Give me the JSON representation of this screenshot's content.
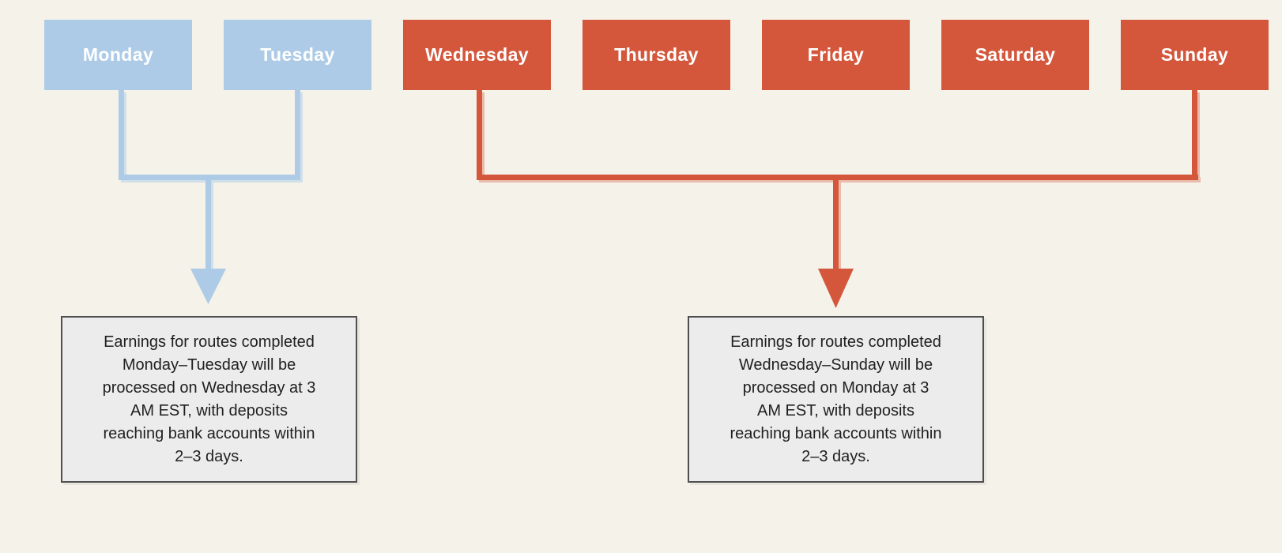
{
  "palette": {
    "background": "#f4f2e9",
    "blue_group": "#adcbe7",
    "red_group": "#d4573c",
    "day_label_text": "#ffffff",
    "note_background": "#ececec",
    "note_border": "#4f4f4f",
    "note_text": "#1f1f1f"
  },
  "days": [
    {
      "label": "Monday",
      "group": "blue"
    },
    {
      "label": "Tuesday",
      "group": "blue"
    },
    {
      "label": "Wednesday",
      "group": "red"
    },
    {
      "label": "Thursday",
      "group": "red"
    },
    {
      "label": "Friday",
      "group": "red"
    },
    {
      "label": "Saturday",
      "group": "red"
    },
    {
      "label": "Sunday",
      "group": "red"
    }
  ],
  "connectors": [
    {
      "id": "mon-tue-bracket",
      "color": "blue",
      "from_days": [
        "Monday",
        "Tuesday"
      ],
      "points_to": "blue-note"
    },
    {
      "id": "wed-sun-bracket",
      "color": "red",
      "from_days": [
        "Wednesday",
        "Sunday"
      ],
      "points_to": "red-note"
    }
  ],
  "notes": {
    "blue": {
      "text": "Earnings for routes completed\nMonday–Tuesday will be\nprocessed on Wednesday at 3\nAM EST, with deposits\nreaching bank accounts within\n2–3 days."
    },
    "red": {
      "text": "Earnings for routes completed\nWednesday–Sunday will be\nprocessed on Monday at 3\nAM EST, with deposits\nreaching bank accounts within\n2–3 days."
    }
  }
}
